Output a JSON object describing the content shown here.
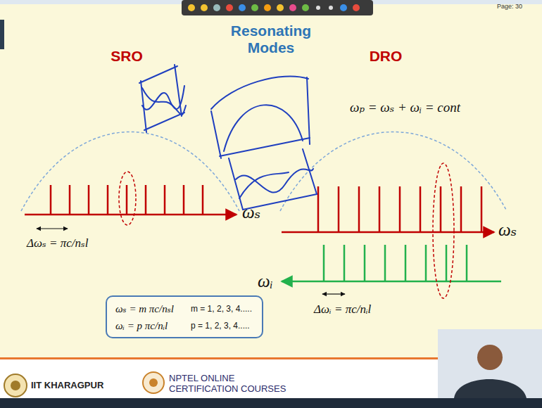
{
  "diagram": {
    "title": "Resonating Modes",
    "nodes": [
      {
        "text": [
          "ωₛ = m πc/nₛl",
          "m = 1, 2, 3, 4.....",
          "ωᵢ = p πc/nᵢl",
          "p = 1, 2, 3, 4....."
        ]
      }
    ],
    "labels": [
      "Page: 30",
      "SRO",
      "DRO",
      "ωₚ = ωₛ + ωᵢ = cont",
      "ωₛ",
      "Δωₛ = πc/nₛl",
      "ωₛ",
      "ωᵢ",
      "Δωᵢ = πc/nᵢl",
      "IIT KHARAGPUR",
      "NPTEL ONLINE CERTIFICATION COURSES"
    ]
  }
}
